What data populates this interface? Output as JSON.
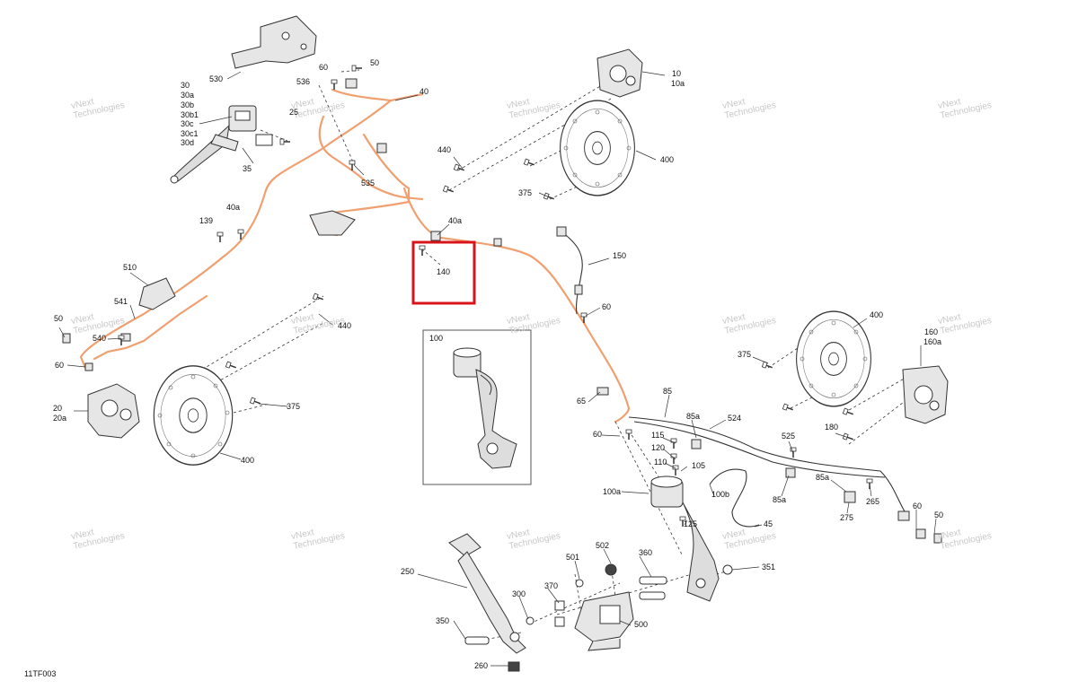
{
  "diagram": {
    "code": "11TF003",
    "highlight_color": "#d8141b",
    "brake_line_color": "#f0a070",
    "watermark": [
      "vNext",
      "Technologies"
    ],
    "labels": [
      {
        "id": "530",
        "text": "530"
      },
      {
        "id": "60a",
        "text": "60"
      },
      {
        "id": "50a",
        "text": "50"
      },
      {
        "id": "536",
        "text": "536"
      },
      {
        "id": "40a1",
        "text": "40"
      },
      {
        "id": "30",
        "text": "30"
      },
      {
        "id": "30a",
        "text": "30a"
      },
      {
        "id": "30b",
        "text": "30b"
      },
      {
        "id": "30b1",
        "text": "30b1"
      },
      {
        "id": "30c",
        "text": "30c"
      },
      {
        "id": "30c1",
        "text": "30c1"
      },
      {
        "id": "30d",
        "text": "30d"
      },
      {
        "id": "25",
        "text": "25"
      },
      {
        "id": "35",
        "text": "35"
      },
      {
        "id": "535",
        "text": "535"
      },
      {
        "id": "139",
        "text": "139"
      },
      {
        "id": "40a_a",
        "text": "40a"
      },
      {
        "id": "510",
        "text": "510"
      },
      {
        "id": "541",
        "text": "541"
      },
      {
        "id": "540",
        "text": "540"
      },
      {
        "id": "50b",
        "text": "50"
      },
      {
        "id": "60b",
        "text": "60"
      },
      {
        "id": "20",
        "text": "20"
      },
      {
        "id": "20a",
        "text": "20a"
      },
      {
        "id": "440a",
        "text": "440"
      },
      {
        "id": "375a",
        "text": "375"
      },
      {
        "id": "400a",
        "text": "400"
      },
      {
        "id": "10",
        "text": "10"
      },
      {
        "id": "10a",
        "text": "10a"
      },
      {
        "id": "440b",
        "text": "440"
      },
      {
        "id": "400b",
        "text": "400"
      },
      {
        "id": "375b",
        "text": "375"
      },
      {
        "id": "40a_b",
        "text": "40a"
      },
      {
        "id": "140",
        "text": "140"
      },
      {
        "id": "150",
        "text": "150"
      },
      {
        "id": "60c",
        "text": "60"
      },
      {
        "id": "100",
        "text": "100"
      },
      {
        "id": "400c",
        "text": "400"
      },
      {
        "id": "375c",
        "text": "375"
      },
      {
        "id": "160",
        "text": "160"
      },
      {
        "id": "160a",
        "text": "160a"
      },
      {
        "id": "85",
        "text": "85"
      },
      {
        "id": "65",
        "text": "65"
      },
      {
        "id": "85a1",
        "text": "85a"
      },
      {
        "id": "524",
        "text": "524"
      },
      {
        "id": "60d",
        "text": "60"
      },
      {
        "id": "115",
        "text": "115"
      },
      {
        "id": "120",
        "text": "120"
      },
      {
        "id": "110",
        "text": "110"
      },
      {
        "id": "105",
        "text": "105"
      },
      {
        "id": "180",
        "text": "180"
      },
      {
        "id": "525",
        "text": "525"
      },
      {
        "id": "85a2",
        "text": "85a"
      },
      {
        "id": "85a3",
        "text": "85a"
      },
      {
        "id": "100a",
        "text": "100a"
      },
      {
        "id": "100b",
        "text": "100b"
      },
      {
        "id": "125",
        "text": "125"
      },
      {
        "id": "265",
        "text": "265"
      },
      {
        "id": "275",
        "text": "275"
      },
      {
        "id": "60e",
        "text": "60"
      },
      {
        "id": "50c",
        "text": "50"
      },
      {
        "id": "45",
        "text": "45"
      },
      {
        "id": "502",
        "text": "502"
      },
      {
        "id": "501",
        "text": "501"
      },
      {
        "id": "360",
        "text": "360"
      },
      {
        "id": "351",
        "text": "351"
      },
      {
        "id": "250",
        "text": "250"
      },
      {
        "id": "370",
        "text": "370"
      },
      {
        "id": "300",
        "text": "300"
      },
      {
        "id": "350",
        "text": "350"
      },
      {
        "id": "500",
        "text": "500"
      },
      {
        "id": "260",
        "text": "260"
      }
    ]
  }
}
